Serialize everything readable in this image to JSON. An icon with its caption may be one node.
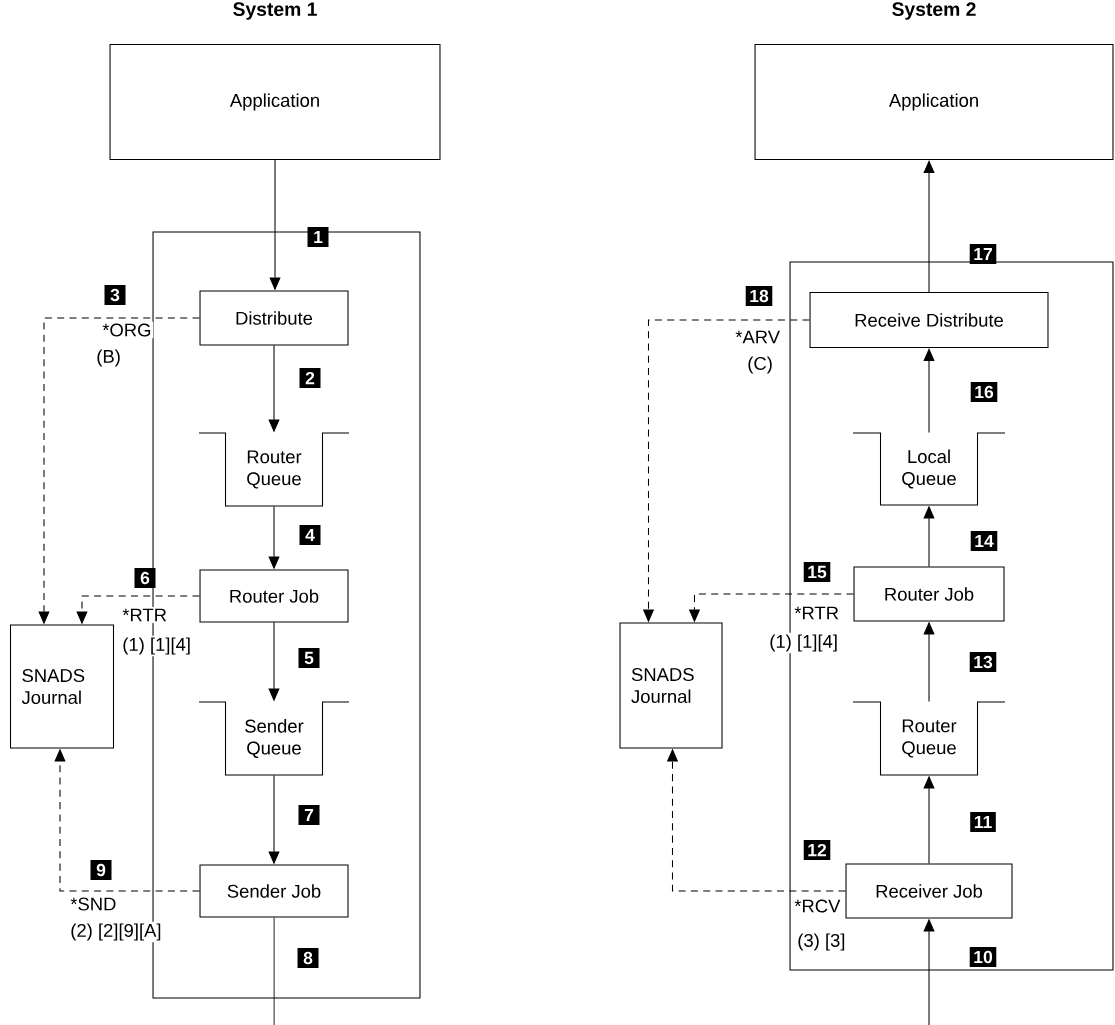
{
  "diagram": {
    "nodes": [
      {
        "text": [
          "Application"
        ],
        "beside": [
          "System 1"
        ]
      },
      {
        "text": [],
        "shape": "box"
      },
      {
        "text": [
          "Distribute"
        ],
        "in": 1
      },
      {
        "text": [
          "Router Queue"
        ],
        "in": 1
      },
      {
        "text": [
          "Router Job"
        ],
        "in": 1
      },
      {
        "text": [
          "Sender Queue"
        ],
        "in": 1
      },
      {
        "text": [
          "Sender Job"
        ],
        "in": 1
      },
      {
        "text": [
          "SNADS Journal"
        ]
      },
      {
        "text": [
          "Application"
        ],
        "beside": [
          "System 2"
        ]
      },
      {
        "text": [],
        "shape": "box"
      },
      {
        "text": [
          "Receive Distribute"
        ],
        "in": 9
      },
      {
        "text": [
          "Local Queue"
        ],
        "in": 9
      },
      {
        "text": [
          "Router Job"
        ],
        "in": 9
      },
      {
        "text": [
          "Router Queue"
        ],
        "in": 9
      },
      {
        "text": [
          "Receiver Job"
        ],
        "in": 9
      },
      {
        "text": [
          "SNADS Journal"
        ]
      }
    ],
    "edges": [
      {
        "from": 0,
        "to": 2,
        "arrow": "to",
        "label": "1"
      },
      {
        "from": 2,
        "to": 3,
        "arrow": "to",
        "label": "2"
      },
      {
        "from": 2,
        "to": 7,
        "arrow": "to",
        "label": "3",
        "style": "dashed"
      },
      {
        "from": 3,
        "to": 4,
        "arrow": "to",
        "label": "4"
      },
      {
        "from": 4,
        "to": 5,
        "arrow": "to",
        "label": "5"
      },
      {
        "from": 4,
        "to": 7,
        "arrow": "to",
        "label": "6",
        "style": "dashed"
      },
      {
        "from": 5,
        "to": 6,
        "arrow": "to",
        "label": "7"
      },
      {
        "from": 6,
        "to": null,
        "arrow": "none",
        "label": "8"
      },
      {
        "from": 6,
        "to": 7,
        "arrow": "to",
        "label": "9",
        "style": "dashed"
      },
      {
        "from": null,
        "to": 14,
        "arrow": "to",
        "label": "10"
      },
      {
        "from": 14,
        "to": 13,
        "arrow": "to",
        "label": "11"
      },
      {
        "from": 14,
        "to": 15,
        "arrow": "to",
        "label": "12",
        "style": "dashed"
      },
      {
        "from": 13,
        "to": 12,
        "arrow": "to",
        "label": "13"
      },
      {
        "from": 12,
        "to": 15,
        "arrow": "to",
        "label": "15",
        "style": "dashed"
      },
      {
        "from": 12,
        "to": 11,
        "arrow": "to",
        "label": "14"
      },
      {
        "from": 11,
        "to": 10,
        "arrow": "to",
        "label": "16"
      },
      {
        "from": 10,
        "to": 8,
        "arrow": "to",
        "label": "17"
      },
      {
        "from": 10,
        "to": 15,
        "arrow": "to",
        "label": "18",
        "style": "dashed"
      }
    ],
    "labels": [
      "*ORG",
      "(B)",
      "*ARV",
      "(C)",
      "*RTR",
      "(1) [1][4]",
      "*RTR",
      "(1) [1][4]",
      "*SND",
      "(2) [2][9][A]",
      "*RCV",
      "(3) [3]"
    ]
  }
}
